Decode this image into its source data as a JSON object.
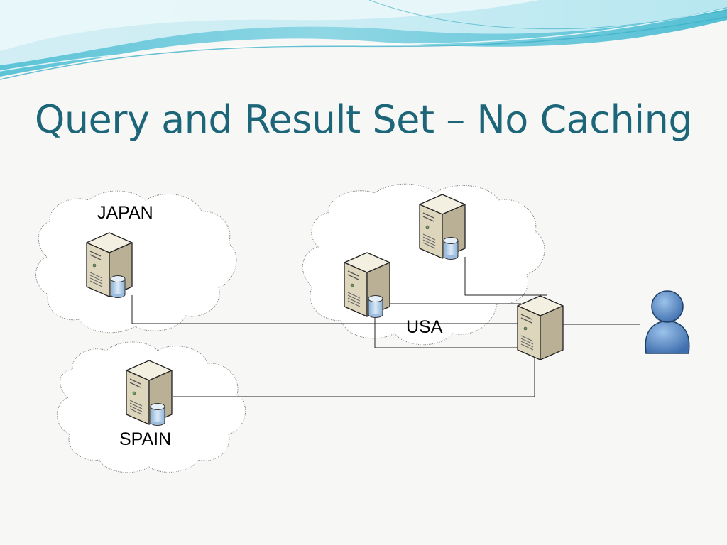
{
  "slide": {
    "title": "Query and Result Set – No Caching"
  },
  "regions": {
    "japan": "JAPAN",
    "usa": "USA",
    "spain": "SPAIN"
  },
  "icons": {
    "server": "database-server-icon",
    "user": "user-icon"
  },
  "colors": {
    "title": "#1d6578",
    "banner_light": "#b9e6ef",
    "banner_mid": "#6cc8da",
    "server_body": "#d8d0b4",
    "database": "#a9c9e6",
    "user": "#4f81bd"
  }
}
